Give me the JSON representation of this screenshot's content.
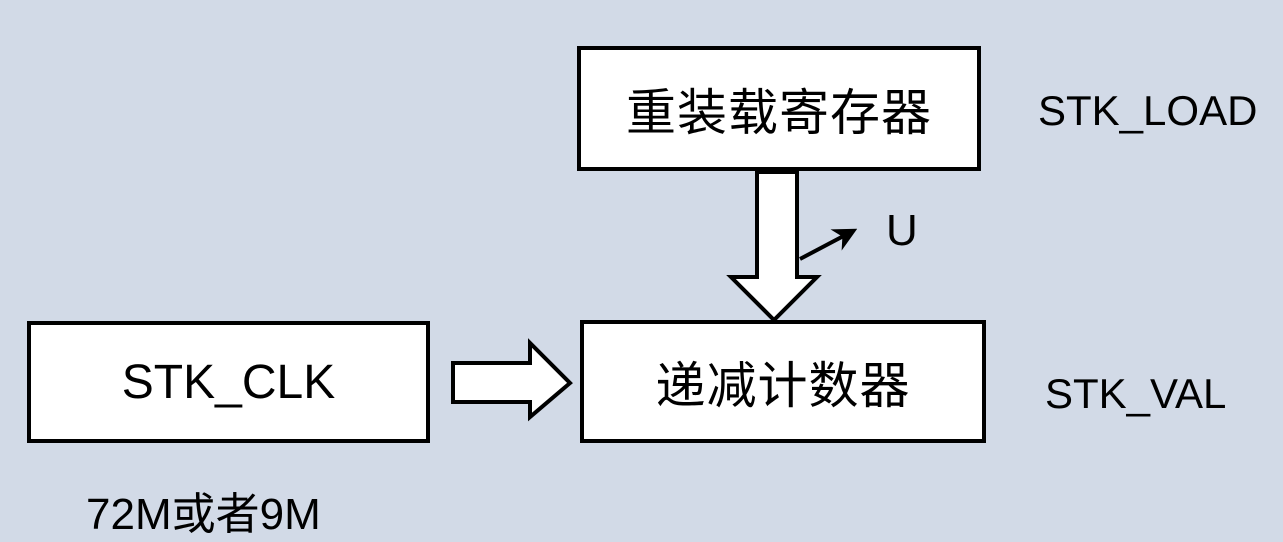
{
  "diagram": {
    "colors": {
      "background": "#d2dae7",
      "box_fill": "#ffffff",
      "line": "#000000",
      "text": "#000000"
    },
    "nodes": {
      "reload_register": {
        "label": "重装载寄存器"
      },
      "down_counter": {
        "label": "递减计数器"
      },
      "clock_source": {
        "label": "STK_CLK"
      }
    },
    "labels": {
      "reload_register_name": "STK_LOAD",
      "counter_name": "STK_VAL",
      "clock_frequency": "72M或者9M",
      "underflow": "U"
    }
  }
}
